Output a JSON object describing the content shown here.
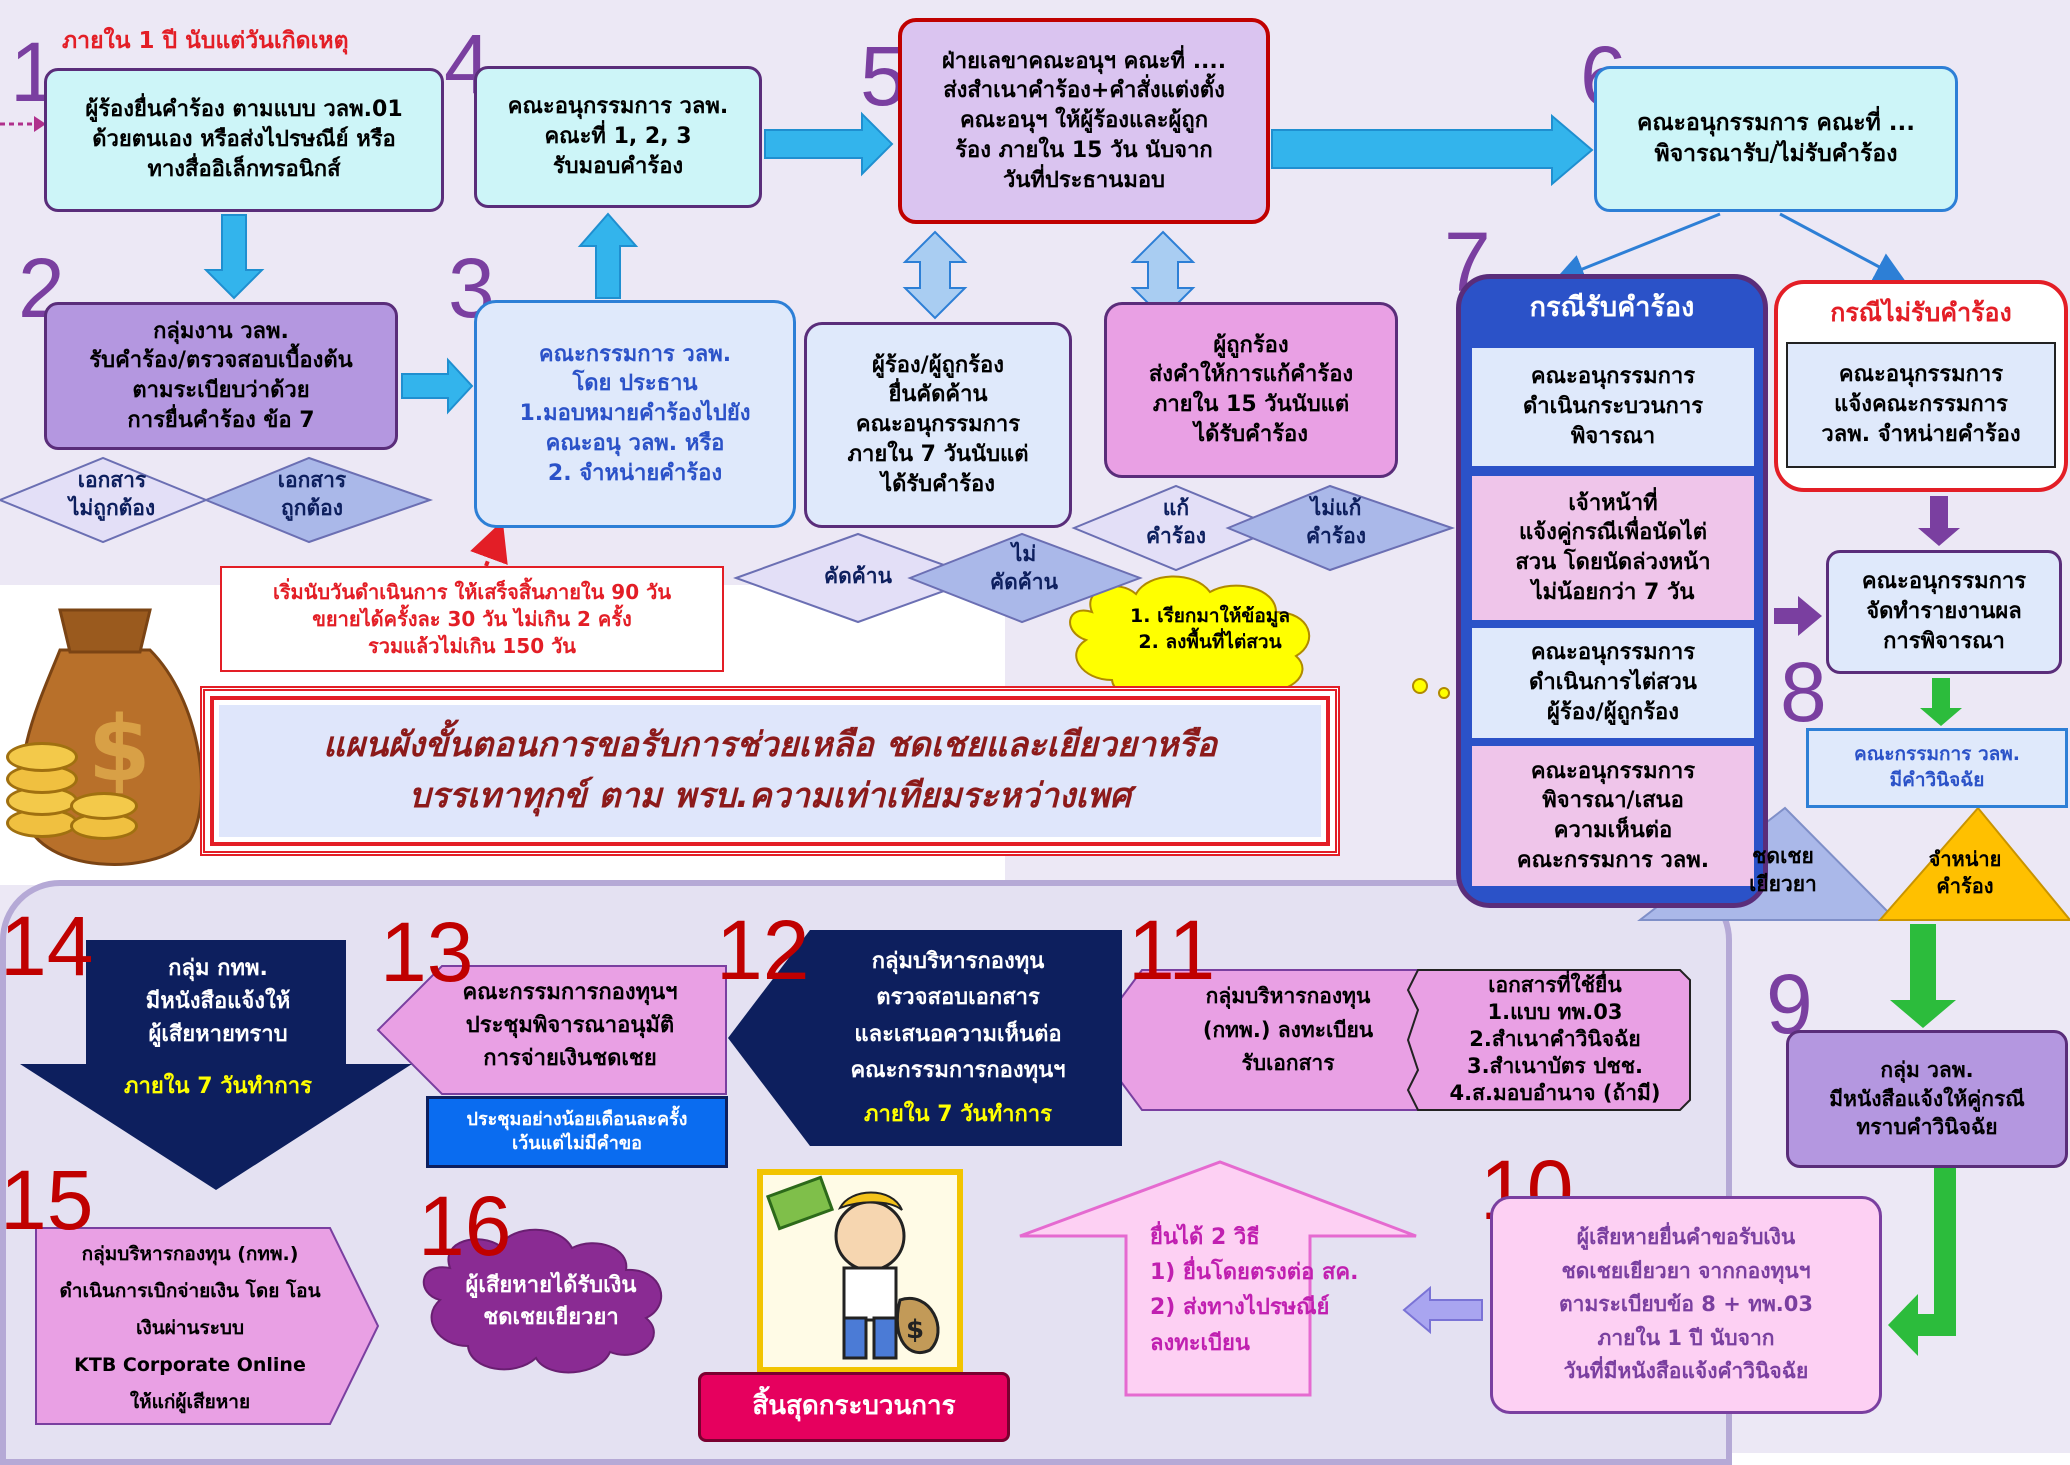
{
  "colors": {
    "cyan_box": "#cdf5f8",
    "purple_box": "#b497e0",
    "lilac_box": "#dac4f0",
    "pink_box": "#e9a0e4",
    "pale_blue": "#dfe9fb",
    "navy": "#0d1f5e",
    "blue_header": "#2b52c8",
    "red": "#e31e26",
    "step_number": "#7a3fa0",
    "step_number_red": "#c00000",
    "yellow": "#ffff00",
    "arrow_blue": "#33b4ec",
    "arrow_green": "#2cbc3c",
    "arrow_purple": "#7a3fa0"
  },
  "numbers": {
    "n1": "1",
    "n2": "2",
    "n3": "3",
    "n4": "4",
    "n5": "5",
    "n6": "6",
    "n7": "7",
    "n8": "8",
    "n9": "9",
    "n10": "10",
    "n11": "11",
    "n12": "12",
    "n13": "13",
    "n14": "14",
    "n15": "15",
    "n16": "16"
  },
  "texts": {
    "timing_top": "ภายใน 1 ปี นับแต่วันเกิดเหตุ",
    "step1": "ผู้ร้องยื่นคำร้อง ตามแบบ วลพ.01\nด้วยตนเอง หรือส่งไปรษณีย์ หรือ\nทางสื่ออิเล็กทรอนิกส์",
    "step2": "กลุ่มงาน วลพ.\nรับคำร้อง/ตรวจสอบเบื้องต้น\nตามระเบียบว่าด้วย\nการยื่นคำร้อง ข้อ 7",
    "doc_incorrect": "เอกสาร\nไม่ถูกต้อง",
    "doc_correct": "เอกสาร\nถูกต้อง",
    "step3": "คณะกรรมการ วลพ.\nโดย ประธาน\n1.มอบหมายคำร้องไปยัง\nคณะอนุ วลพ. หรือ\n2. จำหน่ายคำร้อง",
    "step4": "คณะอนุกรรมการ วลพ.\nคณะที่ 1, 2, 3\nรับมอบคำร้อง",
    "step5": "ฝ่ายเลขาคณะอนุฯ คณะที่ ....\nส่งสำเนาคำร้อง+คำสั่งแต่งตั้ง\nคณะอนุฯ ให้ผู้ร้องและผู้ถูก\nร้อง ภายใน 15 วัน นับจาก\nวันที่ประธานมอบ",
    "objection": "ผู้ร้อง/ผู้ถูกร้อง\nยื่นคัดค้าน\nคณะอนุกรรมการ\nภายใน 7 วันนับแต่\nได้รับคำร้อง",
    "object_yes": "คัดค้าน",
    "object_no": "ไม่\nคัดค้าน",
    "respondent": "ผู้ถูกร้อง\nส่งคำให้การแก้คำร้อง\nภายใน 15 วันนับแต่\nได้รับคำร้อง",
    "answer_yes": "แก้\nคำร้อง",
    "answer_no": "ไม่แก้\nคำร้อง",
    "cloud_text": "1. เรียกมาให้ข้อมูล\n2. ลงพื้นที่ไต่สวน",
    "timing_note": "เริ่มนับวันดำเนินการ ให้เสร็จสิ้นภายใน 90 วัน\nขยายได้ครั้งละ 30 วัน ไม่เกิน 2 ครั้ง\nรวมแล้วไม่เกิน 150 วัน",
    "title": "แผนผังขั้นตอนการขอรับการช่วยเหลือ ชดเชยและเยียวยาหรือ\nบรรเทาทุกข์ ตาม พรบ.ความเท่าเทียมระหว่างเพศ",
    "step6": "คณะอนุกรรมการ คณะที่ ...\nพิจารณารับ/ไม่รับคำร้อง",
    "accept_header": "กรณีรับคำร้อง",
    "accept_1": "คณะอนุกรรมการ\nดำเนินกระบวนการ\nพิจารณา",
    "accept_2": "เจ้าหน้าที่\nแจ้งคู่กรณีเพื่อนัดไต่\nสวน โดยนัดล่วงหน้า\nไม่น้อยกว่า 7 วัน",
    "accept_3": "คณะอนุกรรมการ\nดำเนินการไต่สวน\nผู้ร้อง/ผู้ถูกร้อง",
    "accept_4": "คณะอนุกรรมการ\nพิจารณา/เสนอ\nความเห็นต่อ\nคณะกรรมการ วลพ.",
    "reject_header": "กรณีไม่รับคำร้อง",
    "reject_body": "คณะอนุกรรมการ\nแจ้งคณะกรรมการ\nวลพ. จำหน่ายคำร้อง",
    "report": "คณะอนุกรรมการ\nจัดทำรายงานผล\nการพิจารณา",
    "step8": "คณะกรรมการ วลพ.\nมีคำวินิจฉัย",
    "compensate": "ชดเชย\nเยียวยา",
    "dismiss": "จำหน่าย\nคำร้อง",
    "step9": "กลุ่ม วลพ.\nมีหนังสือแจ้งให้คู่กรณี\nทราบคำวินิจฉัย",
    "step10": "ผู้เสียหายยื่นคำขอรับเงิน\nชดเชยเยียวยา จากกองทุนฯ\nตามระเบียบข้อ 8 + ทพ.03\nภายใน 1 ปี นับจาก\nวันที่มีหนังสือแจ้งคำวินิจฉัย",
    "submit_ways": "ยื่นได้ 2 วิธี\n1) ยื่นโดยตรงต่อ สค.\n2) ส่งทางไปรษณีย์\nลงทะเบียน",
    "step11": "กลุ่มบริหารกองทุน\n(กทพ.) ลงทะเบียน\nรับเอกสาร",
    "docs": "เอกสารที่ใช้ยื่น\n1.แบบ ทพ.03\n2.สำเนาคำวินิจฉัย\n3.สำเนาบัตร ปชช.\n4.ส.มอบอำนาจ (ถ้ามี)",
    "step12": "กลุ่มบริหารกองทุน\nตรวจสอบเอกสาร\nและเสนอความเห็นต่อ\nคณะกรรมการกองทุนฯ",
    "within7": "ภายใน 7 วันทำการ",
    "step13": "คณะกรรมการกองทุนฯ\nประชุมพิจารณาอนุมัติ\nการจ่ายเงินชดเชย",
    "meeting_note": "ประชุมอย่างน้อยเดือนละครั้ง\nเว้นแต่ไม่มีคำขอ",
    "step14": "กลุ่ม กทพ.\nมีหนังสือแจ้งให้\nผู้เสียหายทราบ",
    "step15": "กลุ่มบริหารกองทุน (กทพ.)\nดำเนินการเบิกจ่ายเงิน โดย โอน\nเงินผ่านระบบ\nKTB Corporate Online\nให้แก่ผู้เสียหาย",
    "step16": "ผู้เสียหายได้รับเงิน\nชดเชยเยียวยา",
    "end": "สิ้นสุดกระบวนการ"
  }
}
